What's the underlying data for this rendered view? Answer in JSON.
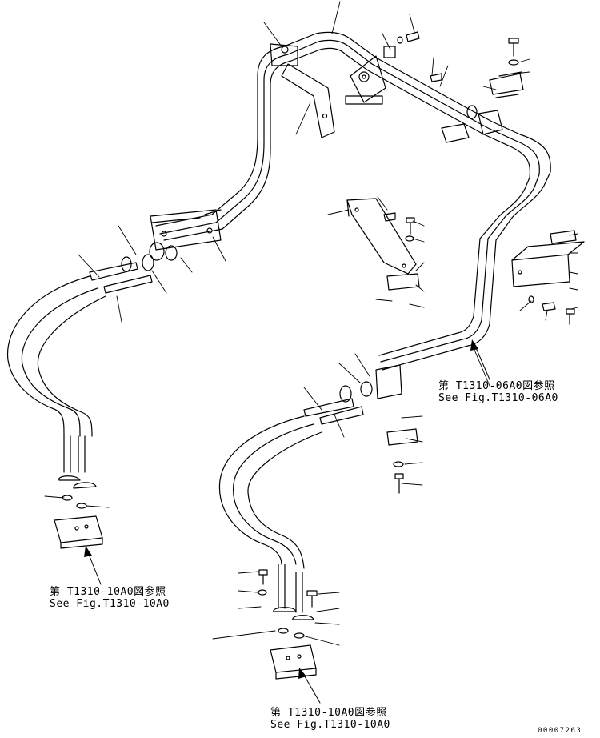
{
  "references": {
    "right": {
      "jp": "第 T1310-06A0図参照",
      "en": "See Fig.T1310-06A0"
    },
    "left": {
      "jp": "第 T1310-10A0図参照",
      "en": "See Fig.T1310-10A0"
    },
    "bottom": {
      "jp": "第 T1310-10A0図参照",
      "en": "See Fig.T1310-10A0"
    }
  },
  "drawing_id": "00007263"
}
